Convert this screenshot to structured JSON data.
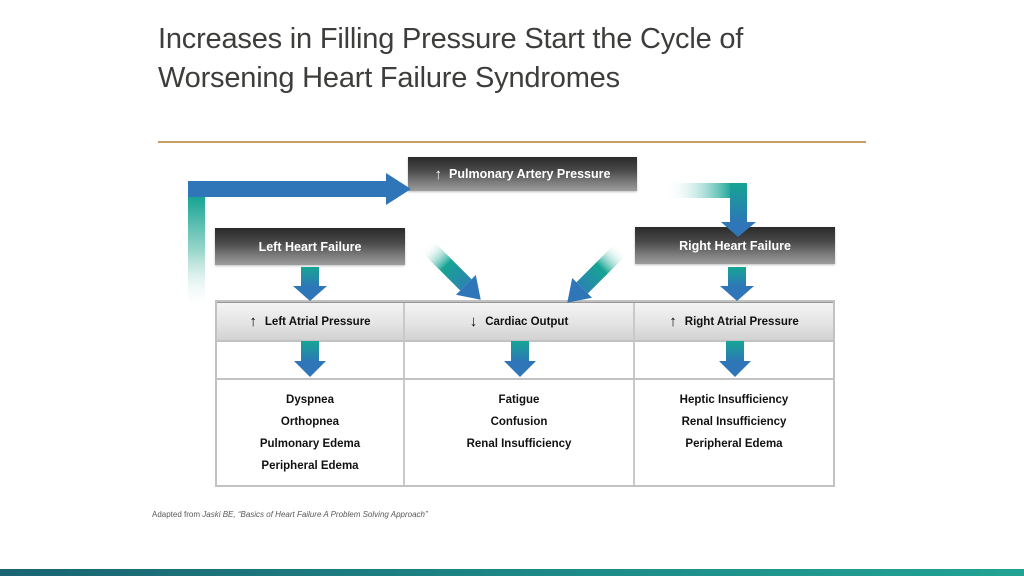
{
  "slide": {
    "title_lines": [
      "Increases in Filling Pressure Start the Cycle of",
      "Worsening Heart Failure Syndromes"
    ]
  },
  "diagram": {
    "top_box": {
      "arrow": "↑",
      "label": "Pulmonary Artery Pressure"
    },
    "left_box_label": "Left Heart Failure",
    "right_box_label": "Right Heart Failure",
    "header_cells": [
      {
        "arrow": "↑",
        "label": "Left Atrial Pressure"
      },
      {
        "arrow": "↓",
        "label": "Cardiac Output"
      },
      {
        "arrow": "↑",
        "label": "Right Atrial Pressure"
      }
    ],
    "symptom_columns": [
      [
        "Dyspnea",
        "Orthopnea",
        "Pulmonary Edema",
        "Peripheral Edema"
      ],
      [
        "Fatigue",
        "Confusion",
        "Renal Insufficiency"
      ],
      [
        "Heptic Insufficiency",
        "Renal Insufficiency",
        "Peripheral Edema"
      ]
    ]
  },
  "footer": {
    "prefix": "Adapted from ",
    "citation": "Jaski BE, “Basics of Heart Failure A Problem Solving Approach”"
  },
  "colors": {
    "accent_teal": "#16a493",
    "accent_blue": "#2e76b8",
    "title_rule_tan": "#c89e67",
    "box_dark_top": "#2a2a2a",
    "box_dark_bottom": "#9d9d9d",
    "bottom_bar_left": "#1a6473",
    "bottom_bar_right": "#21a393"
  }
}
